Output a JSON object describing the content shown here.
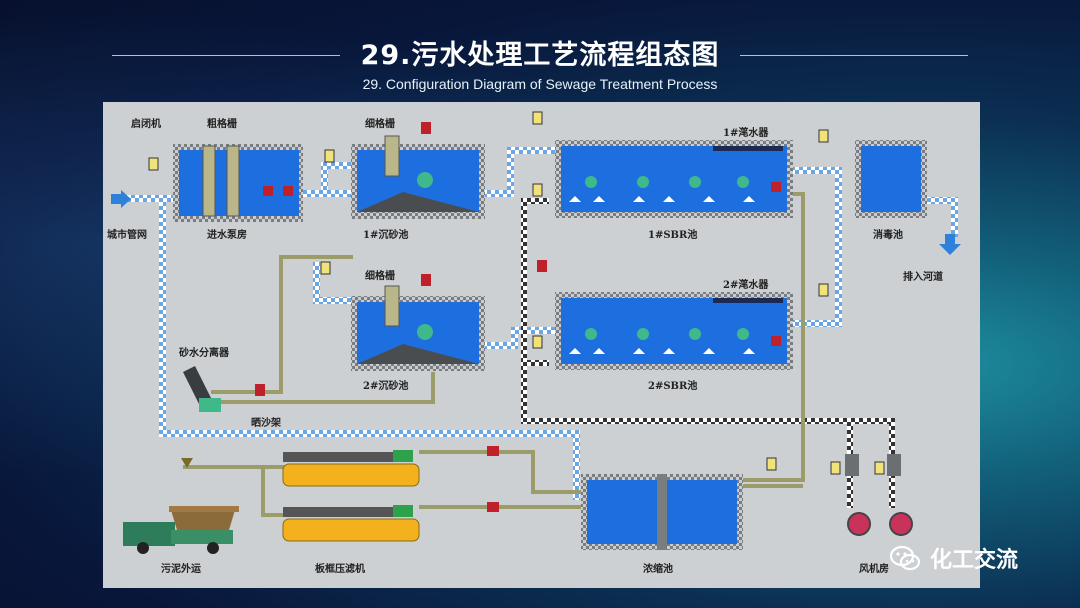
{
  "header": {
    "title": "29.污水处理工艺流程组态图",
    "subtitle": "29. Configuration Diagram of Sewage Treatment Process"
  },
  "diagram": {
    "labels": {
      "gate": "启闭机",
      "coarse_screen": "粗格栅",
      "fine_screen_1": "细格栅",
      "fine_screen_2": "细格栅",
      "city_pipe": "城市管网",
      "intake_pump": "进水泵房",
      "grit_1": "1#沉砂池",
      "grit_2": "2#沉砂池",
      "decanter_1": "1#滗水器",
      "decanter_2": "2#滗水器",
      "sbr_1": "1#SBR池",
      "sbr_2": "2#SBR池",
      "disinfection": "消毒池",
      "discharge": "排入河道",
      "separator": "砂水分离器",
      "grit_rack": "晒沙架",
      "sludge_out": "污泥外运",
      "filter_press": "板框压滤机",
      "thickener": "浓缩池",
      "blower": "风机房"
    },
    "colors": {
      "water": "#1d6fe0",
      "pipe_blue": "#6aa6e6",
      "pipe_olive": "#9c9c6a",
      "tank_wall": "#6d7073",
      "background": "#cdd0d3"
    }
  },
  "brand": {
    "name": "化工交流",
    "icon": "wechat-icon"
  }
}
